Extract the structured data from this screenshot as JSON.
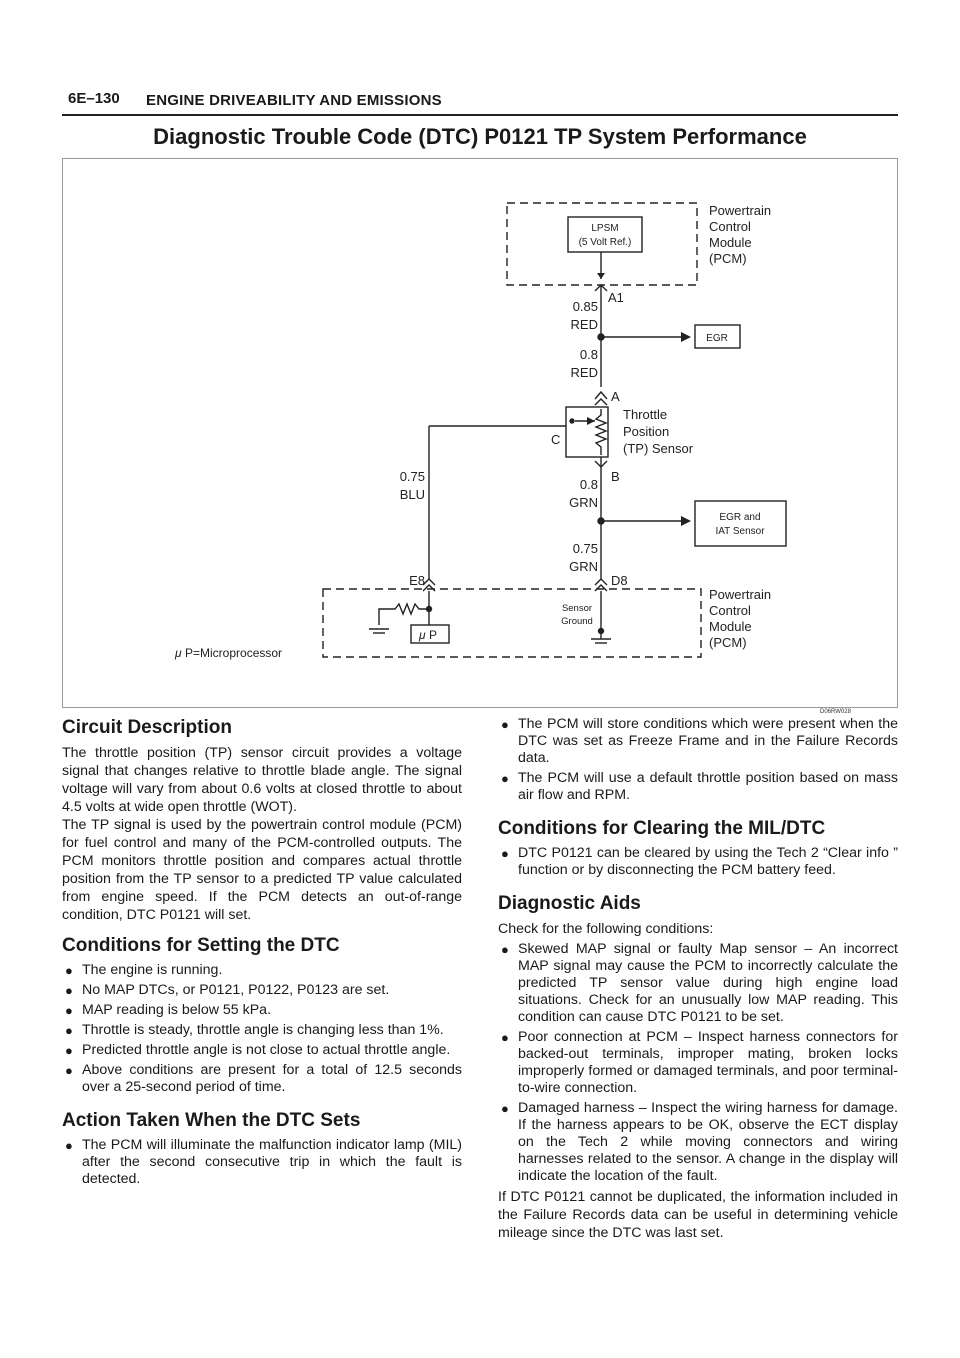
{
  "header": {
    "page_number": "6E–130",
    "section": "ENGINE DRIVEABILITY AND EMISSIONS"
  },
  "title": "Diagnostic Trouble Code (DTC) P0121 TP System Performance",
  "figure": {
    "code": "D06RW028",
    "labels": {
      "pcm_top_1": "Powertrain",
      "pcm_top_2": "Control",
      "pcm_top_3": "Module",
      "pcm_top_4": "(PCM)",
      "lpsm_1": "LPSM",
      "lpsm_2": "(5 Volt Ref.)",
      "pin_a1": "A1",
      "wire1_size": "0.85",
      "wire1_color": "RED",
      "egr": "EGR",
      "wire2_size": "0.8",
      "wire2_color": "RED",
      "pin_a": "A",
      "tp_1": "Throttle",
      "tp_2": "Position",
      "tp_3": "(TP) Sensor",
      "pin_c": "C",
      "pin_b": "B",
      "blu_size": "0.75",
      "blu_color": "BLU",
      "grn1_size": "0.8",
      "grn1_color": "GRN",
      "egr_iat_1": "EGR and",
      "egr_iat_2": "IAT Sensor",
      "grn2_size": "0.75",
      "grn2_color": "GRN",
      "pin_e8": "E8",
      "pin_d8": "D8",
      "sensor_ground_1": "Sensor",
      "sensor_ground_2": "Ground",
      "up_box": "P",
      "pcm_bot_1": "Powertrain",
      "pcm_bot_2": "Control",
      "pcm_bot_3": "Module",
      "pcm_bot_4": "(PCM)",
      "micro_legend": "P=Microprocessor"
    }
  },
  "left": {
    "circuit_heading": "Circuit Description",
    "circuit_p1": "The throttle position (TP) sensor circuit provides a voltage signal that changes relative to throttle blade angle.  The signal voltage will vary from about 0.6 volts at closed throttle to about 4.5 volts at wide open throttle (WOT).",
    "circuit_p2": "The TP signal is used by the powertrain control module (PCM) for fuel control and many of the PCM-controlled outputs.  The PCM monitors throttle position and compares actual throttle position from the TP sensor to a predicted TP value calculated from engine speed.  If the PCM detects an out-of-range condition, DTC P0121 will set.",
    "setting_heading": "Conditions for Setting the DTC",
    "setting_items": [
      "The engine is running.",
      "No MAP DTCs, or P0121, P0122, P0123 are set.",
      "MAP reading is below 55 kPa.",
      "Throttle is steady, throttle angle is changing less than 1%.",
      "Predicted throttle angle is not close to actual throttle angle.",
      "Above conditions are present for a total of 12.5 seconds over a 25-second period of time."
    ],
    "action_heading": "Action Taken When the DTC Sets",
    "action_items": [
      "The PCM will illuminate the malfunction indicator lamp (MIL) after the second consecutive trip in which the fault is detected."
    ]
  },
  "right": {
    "action_items_cont": [
      "The PCM will store conditions which were present when the DTC was set as Freeze Frame and in the Failure Records data.",
      "The PCM will use a default throttle position based on mass air flow and RPM."
    ],
    "clearing_heading": "Conditions for Clearing the MIL/DTC",
    "clearing_items": [
      "DTC P0121 can be cleared by using the Tech 2 “Clear info ” function or by disconnecting the PCM battery feed."
    ],
    "aids_heading": "Diagnostic Aids",
    "aids_intro": "Check for the following conditions:",
    "aids_items": [
      "Skewed MAP signal or faulty Map sensor – An incorrect MAP signal may cause the PCM to incorrectly calculate the predicted TP sensor value during high engine load situations.  Check for an unusually low MAP reading.  This condition can cause DTC P0121 to be set.",
      "Poor connection at PCM – Inspect harness connectors for backed-out terminals, improper mating, broken locks improperly formed or damaged terminals, and poor terminal-to-wire connection.",
      "Damaged harness – Inspect the wiring harness for damage.  If the harness appears to be OK, observe the ECT display on the Tech 2 while moving connectors and wiring harnesses related to the sensor.  A change in the display will indicate the location of the fault."
    ],
    "aids_closing": "If DTC P0121 cannot be duplicated, the information included in the Failure Records data can be useful in determining vehicle mileage since the DTC was last set."
  }
}
